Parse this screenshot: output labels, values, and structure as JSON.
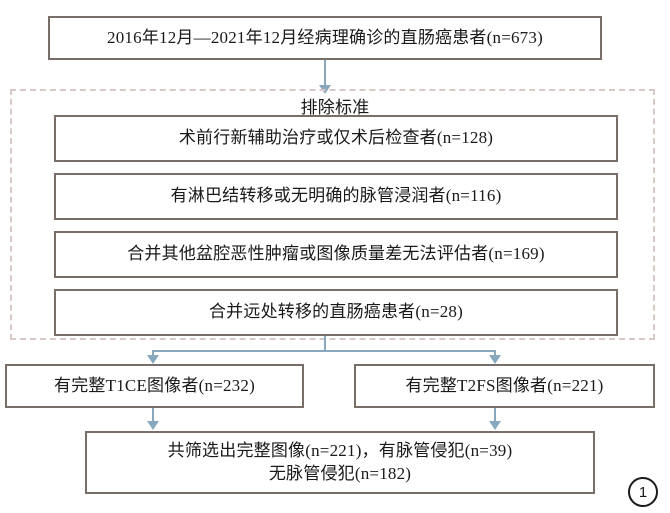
{
  "figure": {
    "number": "1",
    "type": "flowchart",
    "language": "zh"
  },
  "nodes": {
    "source": {
      "label": "2016年12月—2021年12月经病理确诊的直肠癌患者(n=673)",
      "n": 673
    },
    "exclusion_title": "排除标准",
    "exclusions": [
      {
        "label": "术前行新辅助治疗或仅术后检查者(n=128)",
        "n": 128
      },
      {
        "label": "有淋巴结转移或无明确的脉管浸润者(n=116)",
        "n": 116
      },
      {
        "label": "合并其他盆腔恶性肿瘤或图像质量差无法评估者(n=169)",
        "n": 169
      },
      {
        "label": "合并远处转移的直肠癌患者(n=28)",
        "n": 28
      }
    ],
    "branches": [
      {
        "label": "有完整T1CE图像者(n=232)",
        "n": 232
      },
      {
        "label": "有完整T2FS图像者(n=221)",
        "n": 221
      }
    ],
    "final": {
      "label": "共筛选出完整图像(n=221)，有脉管侵犯(n=39)\n无脉管侵犯(n=182)",
      "total": 221,
      "invasion_positive": 39,
      "invasion_negative": 182
    }
  },
  "colors": {
    "box_border": "#7a6f68",
    "dashed_border": "#d9c9c6",
    "connector": "#8aa8bd",
    "text": "#1a1a1a",
    "background": "#ffffff"
  }
}
